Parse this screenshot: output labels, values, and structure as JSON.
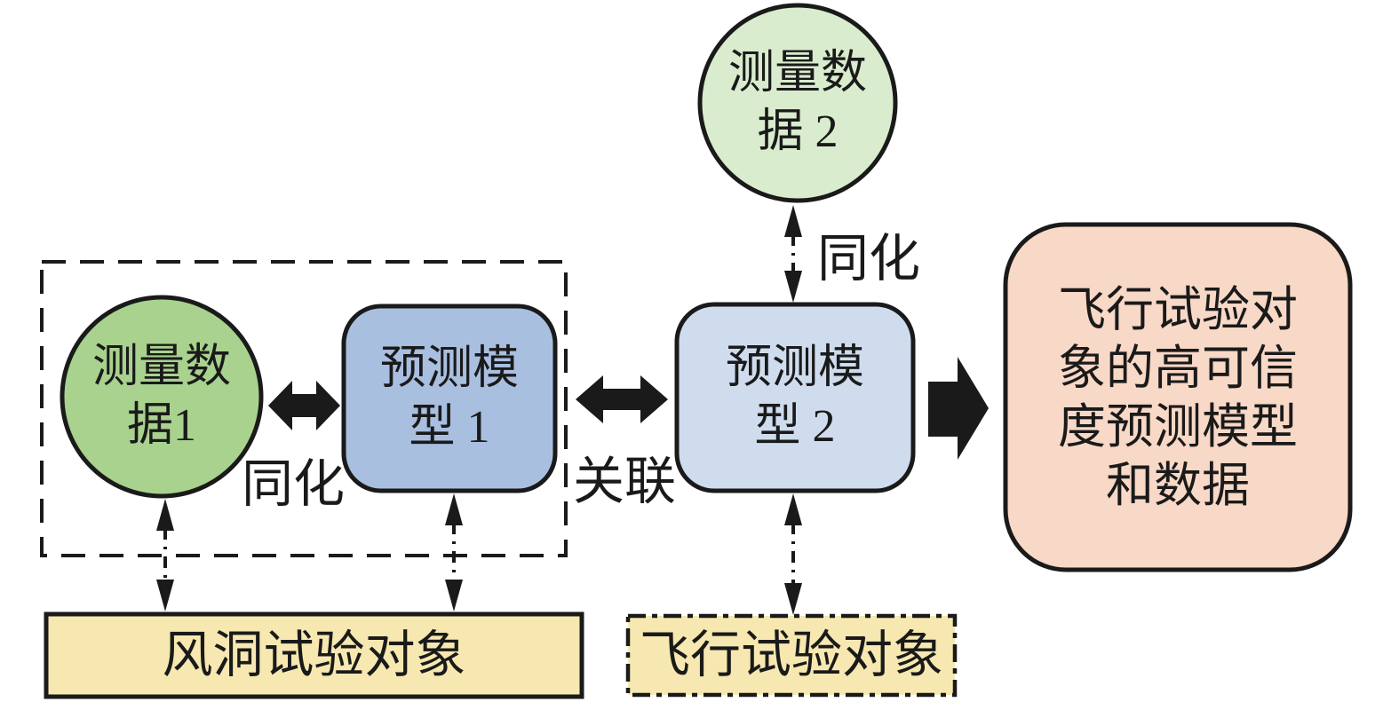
{
  "diagram": {
    "title_hint": "model-data assimilation flow diagram",
    "nodes": {
      "measurement_data_2": {
        "line1": "测量数",
        "line2": "据 2"
      },
      "measurement_data_1": {
        "line1": "测量数",
        "line2": "据1"
      },
      "prediction_model_1": {
        "line1": "预测模",
        "line2": "型 1"
      },
      "prediction_model_2": {
        "line1": "预测模",
        "line2": "型 2"
      },
      "result_box": {
        "line1": "飞行试验对",
        "line2": "象的高可信",
        "line3": "度预测模型",
        "line4": "和数据"
      },
      "wind_tunnel_box": {
        "label": "风洞试验对象"
      },
      "flight_test_box": {
        "label": "飞行试验对象"
      }
    },
    "edge_labels": {
      "assimilation_top": "同化",
      "assimilation_left": "同化",
      "correlation": "关联"
    },
    "colors": {
      "measurement_data_2_fill": "#d9ecce",
      "measurement_data_1_fill": "#a8d28e",
      "prediction_model_1_fill": "#a9bfe0",
      "prediction_model_2_fill": "#cfdcee",
      "result_box_fill": "#f8d8c6",
      "test_object_fill": "#f6e8b0",
      "stroke": "#1a1a1a",
      "background": "#ffffff"
    }
  }
}
